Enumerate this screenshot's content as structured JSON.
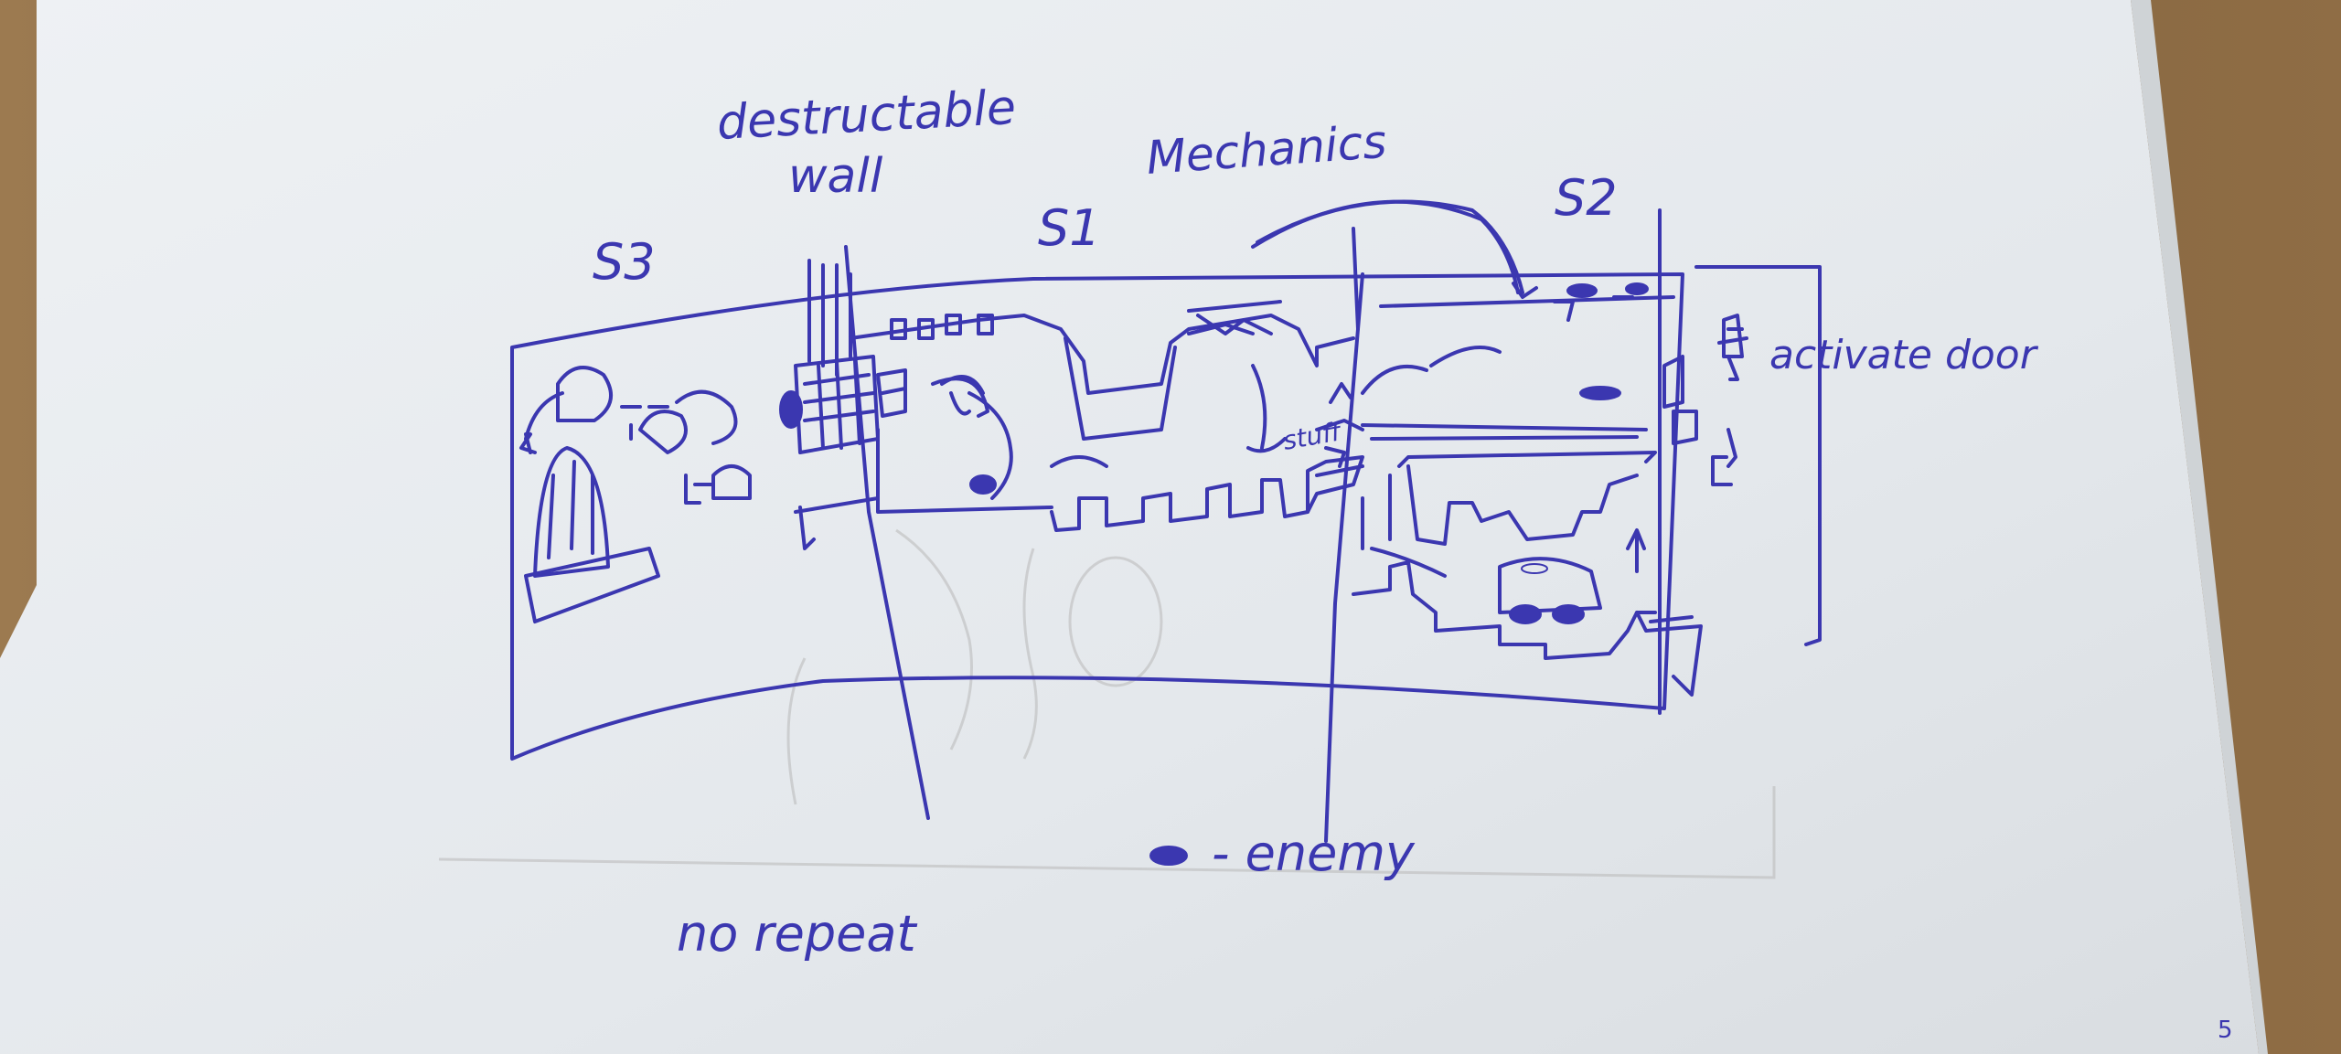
{
  "colors": {
    "ink": "#3b37b0",
    "paper": "#e9ecef",
    "table": "#8a6a44",
    "pencil": "#b9b9b9"
  },
  "labels": {
    "destructable": "destructable",
    "wall": "wall",
    "mechanics": "Mechanics",
    "s1": "S1",
    "s2": "S2",
    "s3": "S3",
    "activate_door": "activate door",
    "stuff": "stuff",
    "enemy_legend": "- enemy",
    "no_repeat": "no repeat",
    "page_mark": "5"
  }
}
